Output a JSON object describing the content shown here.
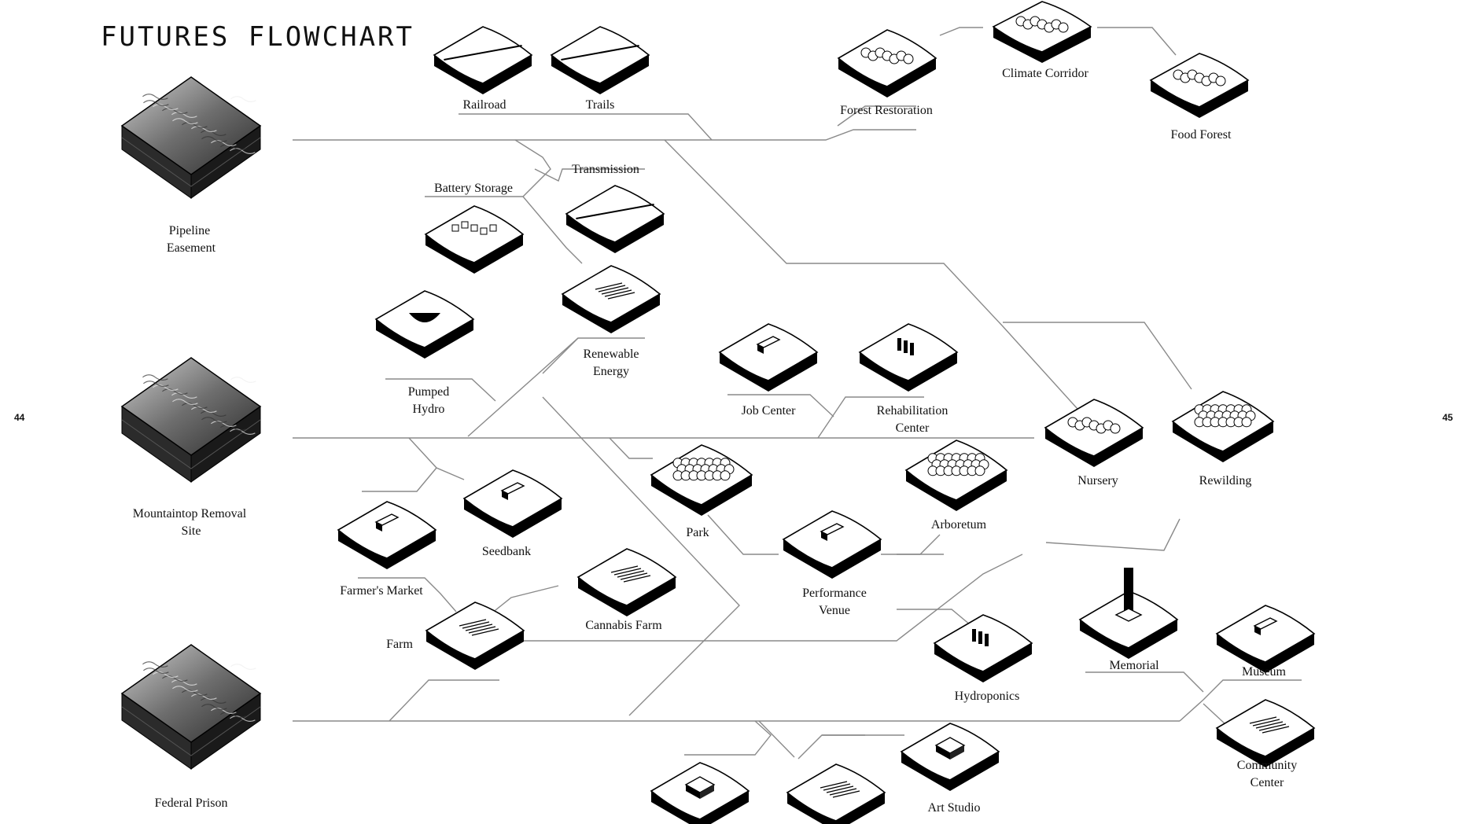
{
  "title": "FUTURES FLOWCHART",
  "page_numbers": {
    "left": "44",
    "right": "45"
  },
  "sites": {
    "pipeline": [
      "Pipeline",
      "Easement"
    ],
    "mtr": [
      "Mountaintop Removal",
      "Site"
    ],
    "prison": [
      "Federal Prison"
    ]
  },
  "labels": {
    "railroad": [
      "Railroad"
    ],
    "trails": [
      "Trails"
    ],
    "forest_restoration": [
      "Forest Restoration"
    ],
    "climate_corridor": [
      "Climate Corridor"
    ],
    "food_forest": [
      "Food Forest"
    ],
    "transmission": [
      "Transmission"
    ],
    "battery_storage": [
      "Battery Storage"
    ],
    "renewable_energy": [
      "Renewable",
      "Energy"
    ],
    "pumped_hydro": [
      "Pumped",
      "Hydro"
    ],
    "job_center": [
      "Job Center"
    ],
    "rehabilitation_center": [
      "Rehabilitation",
      "Center"
    ],
    "nursery": [
      "Nursery"
    ],
    "rewilding": [
      "Rewilding"
    ],
    "park": [
      "Park"
    ],
    "arboretum": [
      "Arboretum"
    ],
    "seedbank": [
      "Seedbank"
    ],
    "performance_venue": [
      "Performance",
      "Venue"
    ],
    "farmers_market": [
      "Farmer's Market"
    ],
    "cannabis_farm": [
      "Cannabis Farm"
    ],
    "farm": [
      "Farm"
    ],
    "hydroponics": [
      "Hydroponics"
    ],
    "memorial": [
      "Memorial"
    ],
    "museum": [
      "Museum"
    ],
    "community_center": [
      "Community",
      "Center"
    ],
    "art_studio": [
      "Art Studio"
    ]
  }
}
